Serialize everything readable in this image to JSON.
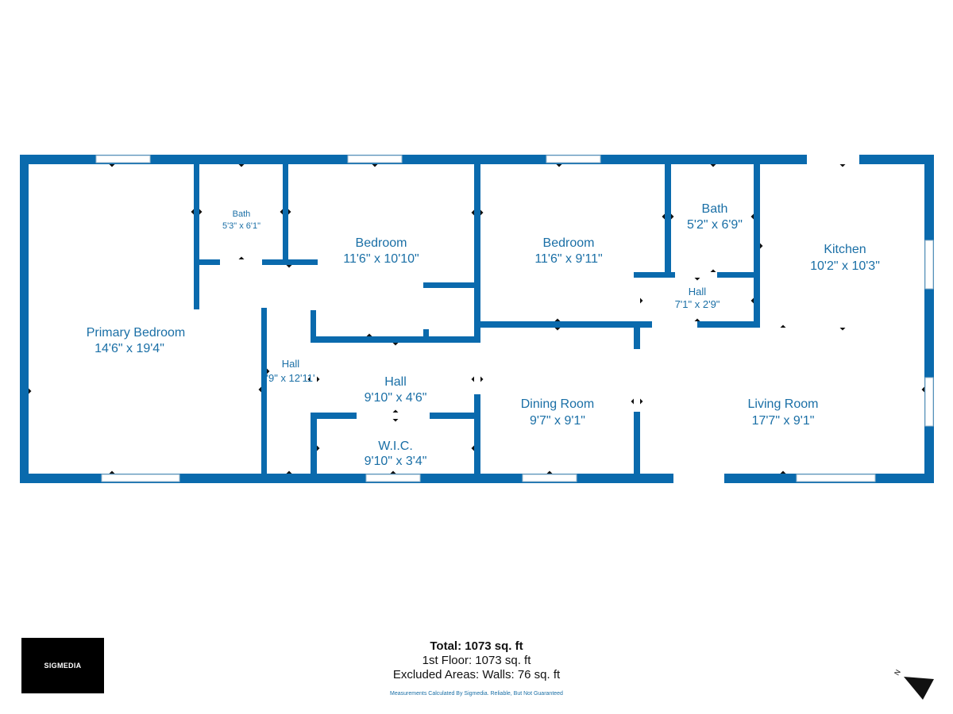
{
  "colors": {
    "wall": "#0a6aad",
    "text": "#1a6fa6",
    "window_fill": "#ffffff",
    "window_line": "#9fb9cc"
  },
  "rooms": [
    {
      "name": "Primary Bedroom",
      "dims": "14'6\" x 19'4\""
    },
    {
      "name": "Bath",
      "dims": "5'3\" x 6'1\""
    },
    {
      "name": "Bedroom",
      "dims": "11'6\" x 10'10\""
    },
    {
      "name": "Bedroom",
      "dims": "11'6\" x 9'11\""
    },
    {
      "name": "Bath",
      "dims": "5'2\" x 6'9\""
    },
    {
      "name": "Kitchen",
      "dims": "10'2\" x 10'3\""
    },
    {
      "name": "Hall",
      "dims": "7'1\" x 2'9\""
    },
    {
      "name": "Hall",
      "dims": "'9\" x 12'11'"
    },
    {
      "name": "Hall",
      "dims": "9'10\" x 4'6\""
    },
    {
      "name": "Dining Room",
      "dims": "9'7\" x 9'1\""
    },
    {
      "name": "Living Room",
      "dims": "17'7\" x 9'1\""
    },
    {
      "name": "W.I.C.",
      "dims": "9'10\" x 3'4\""
    }
  ],
  "logo": {
    "text": "SIGMEDIA"
  },
  "summary": {
    "total": "Total: 1073 sq. ft",
    "floor": "1st Floor: 1073 sq. ft",
    "excluded": "Excluded Areas: Walls: 76 sq. ft",
    "disclaimer": "Measurements Calculated By Sigmedia. Reliable, But Not Guaranteed"
  },
  "compass": {
    "label": "N"
  }
}
